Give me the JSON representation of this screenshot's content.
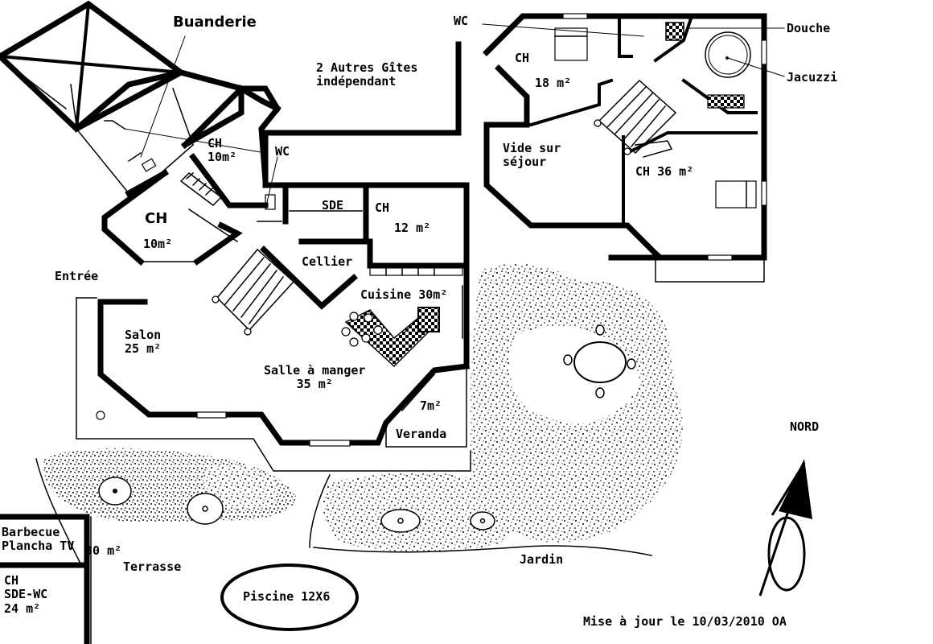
{
  "labels": {
    "buanderie": "Buanderie",
    "autres_gites": "2 Autres Gîtes\nindépendant",
    "wc_top": "WC",
    "douche": "Douche",
    "jacuzzi": "Jacuzzi",
    "ch_18": "CH",
    "ch_18_area": "18 m²",
    "vide_sejour": "Vide sur\nséjour",
    "ch_36": "CH  36 m²",
    "ch_10a": "CH\n10m²",
    "wc_mid": "WC",
    "ch_10b": "CH",
    "ch_10b_area": "10m²",
    "sde": "SDE",
    "ch_12": "CH",
    "ch_12_area": "12 m²",
    "cellier": "Cellier",
    "entree": "Entrée",
    "cuisine": "Cuisine 30m²",
    "salon": "Salon\n25 m²",
    "salle_manger": "Salle à manger\n35 m²",
    "veranda_area": "7m²",
    "veranda": "Veranda",
    "nord": "NORD",
    "barbecue": "Barbecue\nPlancha TV",
    "barbecue_area": "30 m²",
    "terrasse": "Terrasse",
    "ch_sde_wc": "CH\nSDE-WC\n24 m²",
    "piscine": "Piscine 12X6",
    "jardin": "Jardin",
    "mise_a_jour": "Mise à jour le 10/03/2010 OA"
  }
}
